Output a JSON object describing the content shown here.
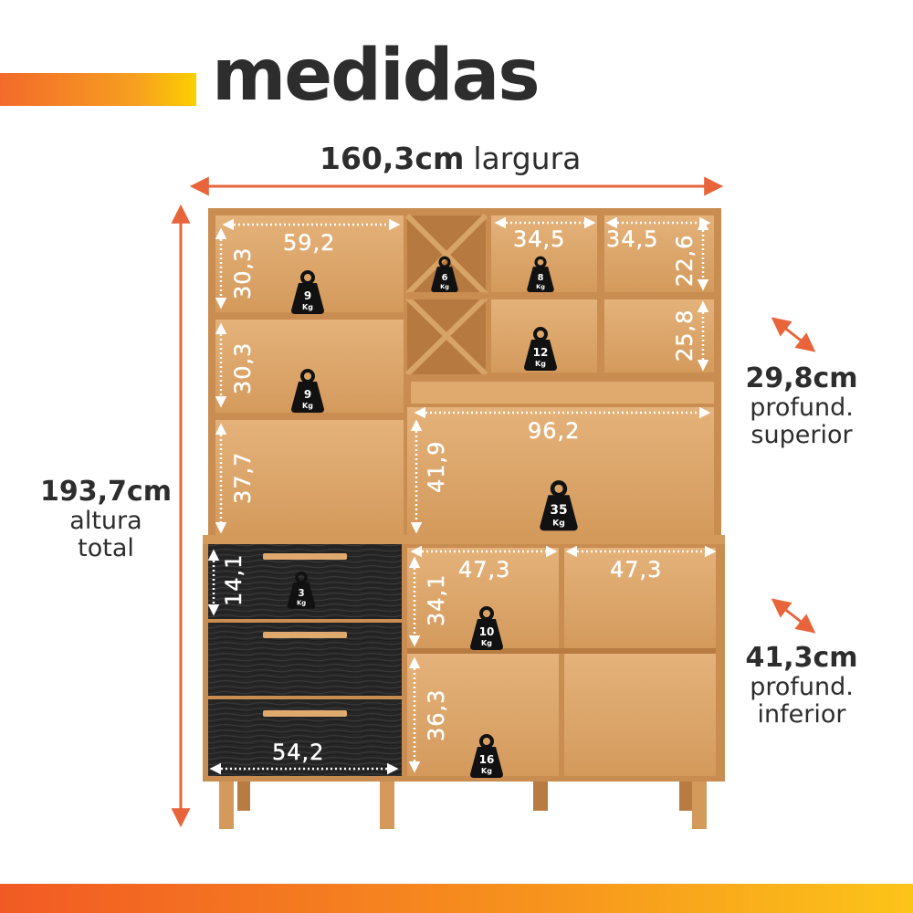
{
  "title": "medidas",
  "width": {
    "value": "160,3cm",
    "label": "largura"
  },
  "height": {
    "value": "193,7cm",
    "line1": "altura",
    "line2": "total"
  },
  "depth_top": {
    "value": "29,8cm",
    "line1": "profund.",
    "line2": "superior"
  },
  "depth_bottom": {
    "value": "41,3cm",
    "line1": "profund.",
    "line2": "inferior"
  },
  "dims": {
    "d1": "59,2",
    "d2": "30,3",
    "d3": "30,3",
    "d4": "37,7",
    "d5": "34,5",
    "d6": "34,5",
    "d7": "22,6",
    "d8": "25,8",
    "d9": "96,2",
    "d10": "41,9",
    "d11": "14,1",
    "d12": "47,3",
    "d13": "47,3",
    "d14": "34,1",
    "d15": "36,3",
    "d16": "54,2"
  },
  "weights": {
    "w1": "9",
    "w2": "9",
    "w3": "6",
    "w4": "8",
    "w5": "12",
    "w6": "35",
    "w7": "3",
    "w8": "10",
    "w9": "16",
    "unit": "Kg"
  },
  "colors": {
    "wood": "#d9a165",
    "wood_dark": "#b87c42",
    "drawer": "#2a2a2a",
    "arrow": "#e8643a",
    "text": "#2d2d2d"
  }
}
